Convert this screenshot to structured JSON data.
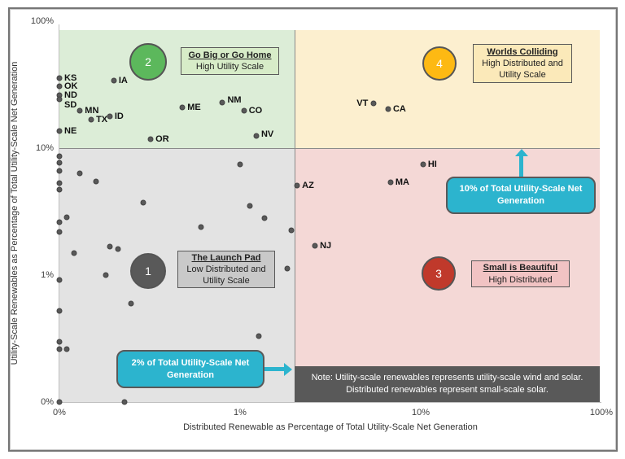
{
  "colors": {
    "quadrant_green_bg": "#dcedd7",
    "quadrant_yellow_bg": "#fcefcf",
    "quadrant_gray_bg": "#e3e3e3",
    "quadrant_pink_bg": "#f4d8d6",
    "badge_green": "#5cb85c",
    "badge_amber": "#fdb913",
    "badge_dark_gray": "#595959",
    "badge_red": "#c0392b",
    "callout_cyan": "#2cb4ce",
    "note_box_gray": "#595959",
    "dot_gray": "#595959"
  },
  "chart_data": {
    "type": "scatter",
    "xlabel": "Distributed Renewable as Percentage of Total Utility-Scale Net Generation",
    "ylabel": "Utility-Scale Renewables as Percentage of Total Utility-Scale Net Generation",
    "x_ticks": [
      "0%",
      "1%",
      "10%",
      "100%"
    ],
    "y_ticks": [
      "100%",
      "10%",
      "1%",
      "0%"
    ],
    "scale_note": "log-log; 0% tick sits at 0.1 on the log scale",
    "x_range_pct": [
      0.1,
      100
    ],
    "y_range_pct": [
      0.1,
      100
    ],
    "grid": false,
    "boundary_x_pct": 2,
    "boundary_y_pct": 10,
    "quadrants": [
      {
        "number": "1",
        "title": "The Launch Pad",
        "subtitle": "Low Distributed and Utility Scale",
        "region": "bottom-left"
      },
      {
        "number": "2",
        "title": "Go Big or Go Home",
        "subtitle": "High Utility Scale",
        "region": "top-left"
      },
      {
        "number": "3",
        "title": "Small is Beautiful",
        "subtitle": "High Distributed",
        "region": "bottom-right"
      },
      {
        "number": "4",
        "title": "Worlds Colliding",
        "subtitle": "High Distributed and Utility Scale",
        "region": "top-right"
      }
    ],
    "callouts": [
      {
        "text": "10% of Total Utility-Scale Net Generation",
        "points_to": "10% horizontal boundary line",
        "direction": "up"
      },
      {
        "text": "2% of Total Utility-Scale Net Generation",
        "points_to": "2% vertical boundary line",
        "direction": "right"
      }
    ],
    "note_line1": "Note: Utility-scale renewables represents utility-scale wind and solar.",
    "note_line2": "Distributed renewables represent small-scale solar.",
    "labeled_points": [
      {
        "label": "KS",
        "x": 0.1,
        "y": 35.7,
        "side": "right"
      },
      {
        "label": "OK",
        "x": 0.1,
        "y": 30.7,
        "side": "right"
      },
      {
        "label": "ND",
        "x": 0.1,
        "y": 26.1,
        "side": "right"
      },
      {
        "label": "SD",
        "x": 0.1,
        "y": 24.2,
        "side": "right",
        "label_dy": 7
      },
      {
        "label": "MN",
        "x": 0.13,
        "y": 19.7,
        "side": "right"
      },
      {
        "label": "TX",
        "x": 0.15,
        "y": 16.8,
        "side": "right"
      },
      {
        "label": "ID",
        "x": 0.19,
        "y": 17.9,
        "side": "right"
      },
      {
        "label": "IA",
        "x": 0.2,
        "y": 34.0,
        "side": "right"
      },
      {
        "label": "NE",
        "x": 0.1,
        "y": 13.6,
        "side": "right"
      },
      {
        "label": "OR",
        "x": 0.32,
        "y": 11.8,
        "side": "right"
      },
      {
        "label": "ME",
        "x": 0.48,
        "y": 20.9,
        "side": "right"
      },
      {
        "label": "NM",
        "x": 0.8,
        "y": 22.9,
        "side": "right",
        "label_dy": -3
      },
      {
        "label": "CO",
        "x": 1.05,
        "y": 19.7,
        "side": "right"
      },
      {
        "label": "NV",
        "x": 1.23,
        "y": 12.5,
        "side": "right",
        "label_dy": -2
      },
      {
        "label": "VT",
        "x": 5.5,
        "y": 22.5,
        "side": "left"
      },
      {
        "label": "CA",
        "x": 6.6,
        "y": 20.3,
        "side": "right"
      },
      {
        "label": "HI",
        "x": 10.3,
        "y": 7.4,
        "side": "right"
      },
      {
        "label": "MA",
        "x": 6.8,
        "y": 5.4,
        "side": "right"
      },
      {
        "label": "AZ",
        "x": 2.07,
        "y": 5.1,
        "side": "right"
      },
      {
        "label": "NJ",
        "x": 2.6,
        "y": 1.7,
        "side": "right"
      }
    ],
    "unlabeled_points": [
      [
        0.1,
        8.6
      ],
      [
        0.1,
        7.7
      ],
      [
        0.1,
        6.6
      ],
      [
        0.13,
        6.3
      ],
      [
        0.16,
        5.5
      ],
      [
        0.1,
        5.3
      ],
      [
        0.1,
        4.7
      ],
      [
        0.29,
        3.7
      ],
      [
        0.11,
        2.85
      ],
      [
        0.1,
        2.6
      ],
      [
        0.1,
        2.2
      ],
      [
        1.0,
        7.4
      ],
      [
        1.13,
        3.5
      ],
      [
        1.36,
        2.8
      ],
      [
        0.61,
        2.4
      ],
      [
        1.92,
        2.25
      ],
      [
        0.19,
        1.67
      ],
      [
        0.21,
        1.6
      ],
      [
        0.12,
        1.5
      ],
      [
        1.83,
        1.12
      ],
      [
        0.18,
        1.0
      ],
      [
        0.1,
        0.92
      ],
      [
        0.25,
        0.6
      ],
      [
        0.1,
        0.52
      ],
      [
        1.27,
        0.33
      ],
      [
        0.1,
        0.3
      ],
      [
        0.1,
        0.26
      ],
      [
        0.11,
        0.26
      ],
      [
        0.1,
        0.1
      ],
      [
        0.23,
        0.1
      ]
    ]
  }
}
